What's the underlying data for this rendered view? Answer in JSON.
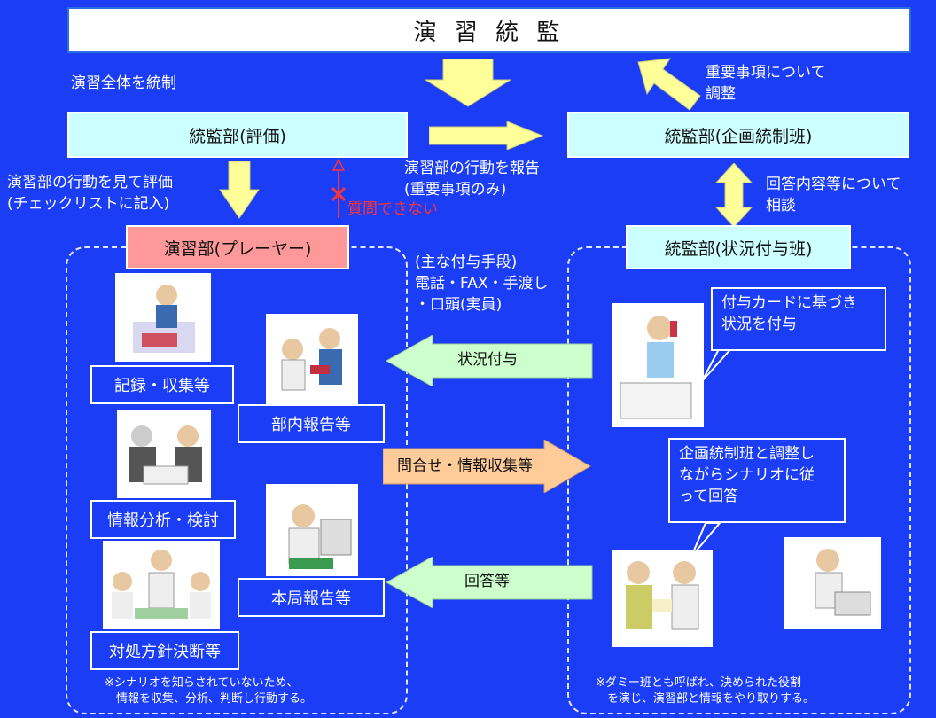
{
  "title": "演 習 統 監",
  "top_left_note": "演習全体を統制",
  "top_right_note": "重要事項について\n調整",
  "hq_eval": "統監部(評価)",
  "hq_plan": "統監部(企画統制班)",
  "report_note": "演習部の行動を報告\n(重要事項のみ)",
  "eval_note": "演習部の行動を見て評価\n(チェックリストに記入)",
  "no_question": "質問できない",
  "consult_note": "回答内容等について\n相談",
  "player": "演習部(プレーヤー)",
  "situation_team": "統監部(状況付与班)",
  "means": "(主な付与手段)\n電話・FAX・手渡し\n・口頭(実員)",
  "left_activities": {
    "record": "記録・収集等",
    "internal_report": "部内報告等",
    "analysis": "情報分析・検討",
    "hq_report": "本局報告等",
    "decision": "対処方針決断等"
  },
  "arrows": {
    "situation": "状況付与",
    "inquiry": "問合せ・情報収集等",
    "answer": "回答等"
  },
  "callouts": {
    "card": "付与カードに基づき\n状況を付与",
    "scenario": "企画統制班と調整し\nながらシナリオに従\nって回答"
  },
  "footnote_left": "※シナリオを知らされていないため、\n　情報を収集、分析、判断し行動する。",
  "footnote_right": "※ダミー班とも呼ばれ、決められた役割\n　を演じ、演習部と情報をやり取りする。",
  "colors": {
    "background": "#1a3df5",
    "light_cyan": "#ccffff",
    "player_pink": "#ff9999",
    "arrow_yellow": "#ffff99",
    "arrow_green": "#ccffcc",
    "arrow_orange": "#ffcc99",
    "prohibited_red": "#ff0000"
  }
}
